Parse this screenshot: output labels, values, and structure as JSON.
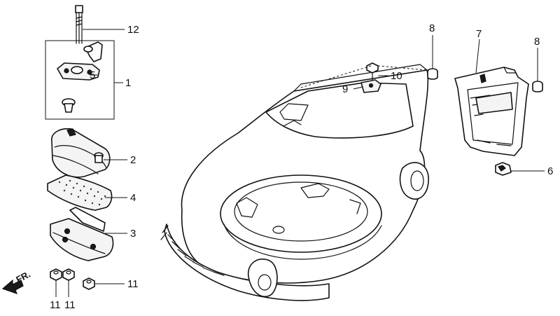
{
  "diagram": {
    "front_marker": {
      "label": "FR."
    },
    "callouts": {
      "c1": "1",
      "c2": "2",
      "c3": "3",
      "c4": "4",
      "c5": "5",
      "c6": "6",
      "c7": "7",
      "c8a": "8",
      "c8b": "8",
      "c9": "9",
      "c10": "10",
      "c11a": "11",
      "c11b": "11",
      "c11c": "11",
      "c12": "12"
    }
  },
  "colors": {
    "line": "#111111",
    "background": "#ffffff"
  }
}
